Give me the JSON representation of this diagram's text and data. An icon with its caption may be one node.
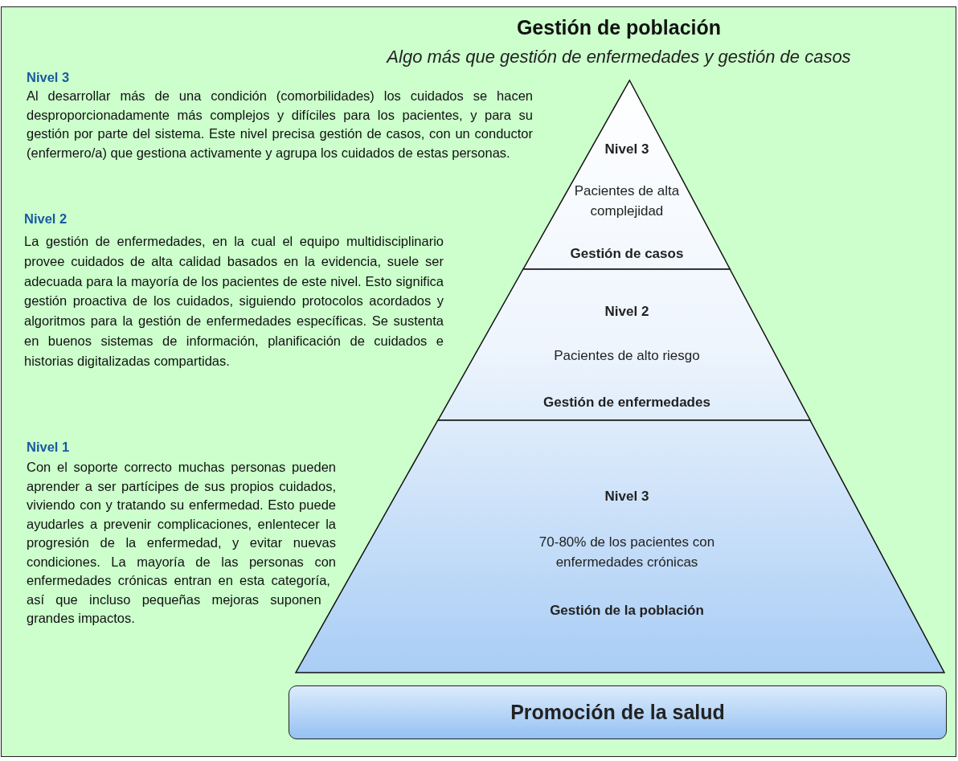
{
  "diagram": {
    "title": "Gestión de población",
    "nodes": [
      {
        "text": [
          "Nivel 3",
          "Pacientes de alta complejidad",
          "Gestión de casos"
        ]
      },
      {
        "text": [
          "Nivel 2",
          "Pacientes de alto riesgo",
          "Gestión de enfermedades"
        ]
      },
      {
        "text": [
          "Nivel 3",
          "70-80% de los pacientes con enfermedades crónicas",
          "Gestión de la población"
        ]
      },
      {
        "text": [
          "Promoción de la salud"
        ]
      }
    ],
    "edges": [],
    "labels": [
      "Algo más que gestión de enfermedades y gestión de casos",
      "Nivel 3",
      "Al desarrollar más de una condición (comorbilidades) los cuidados se hacen desproporcionadamente más complejos y difíciles para los pacientes, y para su gestión por parte del sistema. Este nivel precisa gestión de casos, con un conductor (enfermero/a) que gestiona activamente y agrupa los cuidados de estas personas.",
      "Nivel 2",
      "La gestión de enfermedades, en la cual el equipo multidisciplinario provee cuidados de alta calidad basados en la evidencia, suele ser adecuada para la mayoría de los pacientes de este nivel. Esto significa gestión proactiva de los cuidados, siguiendo protocolos acordados y algoritmos para la gestión de enfermedades específicas. Se sustenta en buenos sistemas de información, planificación de cuidados e historias digitalizadas compartidas.",
      "Nivel 1",
      "Con el soporte correcto muchas personas pueden aprender a ser partícipes de sus propios cuidados, viviendo con y tratando su enfermedad. Esto puede ayudarles a prevenir complicaciones, enlentecer la progresión de la enfermedad, y evitar nuevas condiciones. La mayoría de las personas con enfermedades crónicas entran en esta categoría, así que incluso pequeñas mejoras suponen grandes impactos."
    ]
  }
}
